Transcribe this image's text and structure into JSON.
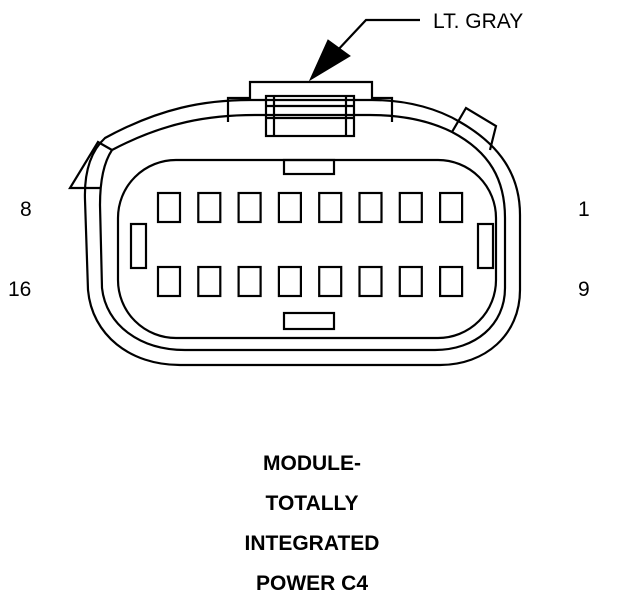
{
  "callout": {
    "text": "LT. GRAY"
  },
  "pin_labels": {
    "top_left": "8",
    "top_right": "1",
    "bottom_left": "16",
    "bottom_right": "9"
  },
  "title_lines": [
    "MODULE-",
    "TOTALLY",
    "INTEGRATED",
    "POWER C4"
  ],
  "connector": {
    "cavity_rows": 2,
    "cavities_per_row": 8
  },
  "colors": {
    "line": "#000000",
    "background": "#ffffff"
  }
}
